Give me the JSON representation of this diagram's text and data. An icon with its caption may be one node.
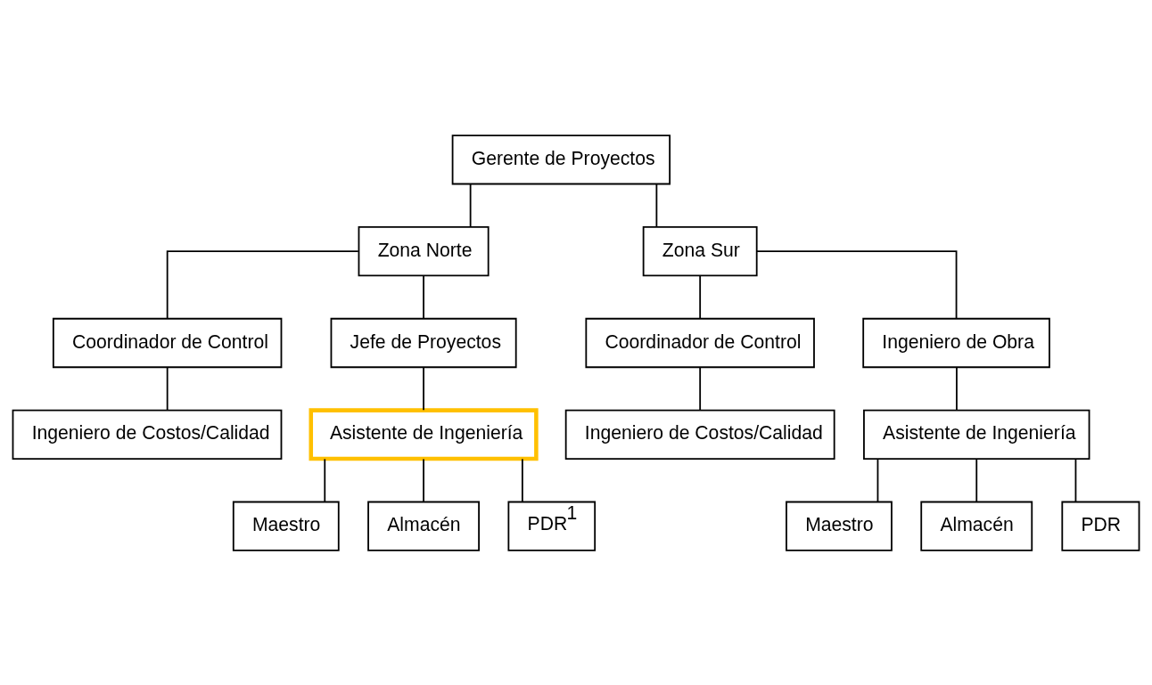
{
  "diagram": {
    "nodes": [
      {
        "text": [
          "Gerente de Proyectos"
        ]
      },
      {
        "text": [
          "Zona Norte"
        ]
      },
      {
        "text": [
          "Zona Sur"
        ]
      },
      {
        "text": [
          "Coordinador de Control"
        ]
      },
      {
        "text": [
          "Jefe de Proyectos"
        ]
      },
      {
        "text": [
          "Coordinador de Control"
        ]
      },
      {
        "text": [
          "Ingeniero de Obra"
        ]
      },
      {
        "text": [
          "Ingeniero de Costos/Calidad"
        ]
      },
      {
        "text": [
          "Asistente de Ingeniería"
        ]
      },
      {
        "text": [
          "Ingeniero de Costos/Calidad"
        ]
      },
      {
        "text": [
          "Asistente de Ingeniería"
        ]
      },
      {
        "text": [
          "Maestro"
        ]
      },
      {
        "text": [
          "Almacén"
        ]
      },
      {
        "text": [
          "PDR$^{1}$"
        ]
      },
      {
        "text": [
          "Maestro"
        ]
      },
      {
        "text": [
          "Almacén"
        ]
      },
      {
        "text": [
          "PDR"
        ]
      }
    ],
    "edges": [
      {
        "from": 0,
        "to": 1,
        "arrow": "none"
      },
      {
        "from": 0,
        "to": 2,
        "arrow": "none"
      },
      {
        "from": 1,
        "to": 3,
        "arrow": "none"
      },
      {
        "from": 1,
        "to": 4,
        "arrow": "none"
      },
      {
        "from": 2,
        "to": 5,
        "arrow": "none"
      },
      {
        "from": 2,
        "to": 6,
        "arrow": "none"
      },
      {
        "from": 3,
        "to": 7,
        "arrow": "none"
      },
      {
        "from": 4,
        "to": 8,
        "arrow": "none"
      },
      {
        "from": 5,
        "to": 9,
        "arrow": "none"
      },
      {
        "from": 6,
        "to": 10,
        "arrow": "none"
      },
      {
        "from": 8,
        "to": 11,
        "arrow": "none"
      },
      {
        "from": 8,
        "to": 12,
        "arrow": "none"
      },
      {
        "from": 8,
        "to": 13,
        "arrow": "none"
      },
      {
        "from": 10,
        "to": 14,
        "arrow": "none"
      },
      {
        "from": 10,
        "to": 15,
        "arrow": "none"
      },
      {
        "from": 10,
        "to": 16,
        "arrow": "none"
      }
    ]
  }
}
